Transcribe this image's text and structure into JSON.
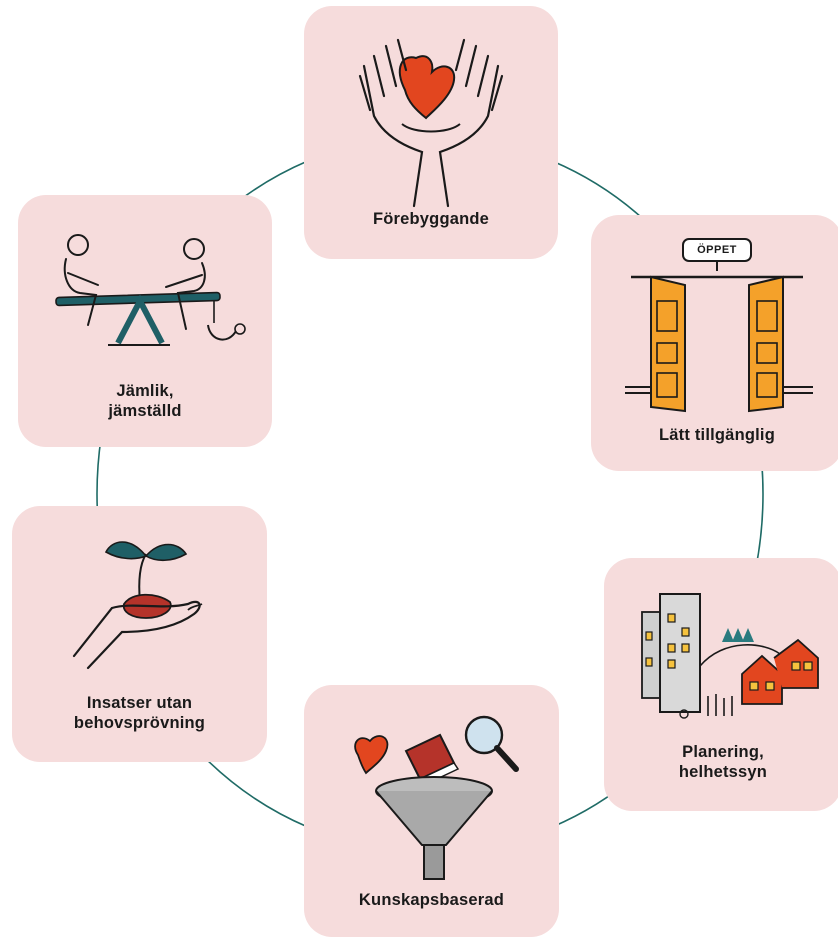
{
  "diagram": {
    "ring_color": "#1f6b66",
    "card_color": "#f6dcdc",
    "items": [
      {
        "id": "forebyggande",
        "lines": [
          "Förebyggande"
        ],
        "icon": "heart-in-hands-icon"
      },
      {
        "id": "latt-tillganglig",
        "lines": [
          "Lätt tillgänglig"
        ],
        "icon": "open-doors-icon",
        "sign": "ÖPPET"
      },
      {
        "id": "planering",
        "lines": [
          "Planering,",
          "helhetssyn"
        ],
        "icon": "town-planning-icon"
      },
      {
        "id": "kunskapsbaserad",
        "lines": [
          "Kunskapsbaserad"
        ],
        "icon": "knowledge-funnel-icon"
      },
      {
        "id": "insatser",
        "lines": [
          "Insatser utan",
          "behovsprövning"
        ],
        "icon": "sprout-in-hand-icon"
      },
      {
        "id": "jamlik",
        "lines": [
          "Jämlik,",
          "jämställd"
        ],
        "icon": "seesaw-icon"
      }
    ]
  }
}
